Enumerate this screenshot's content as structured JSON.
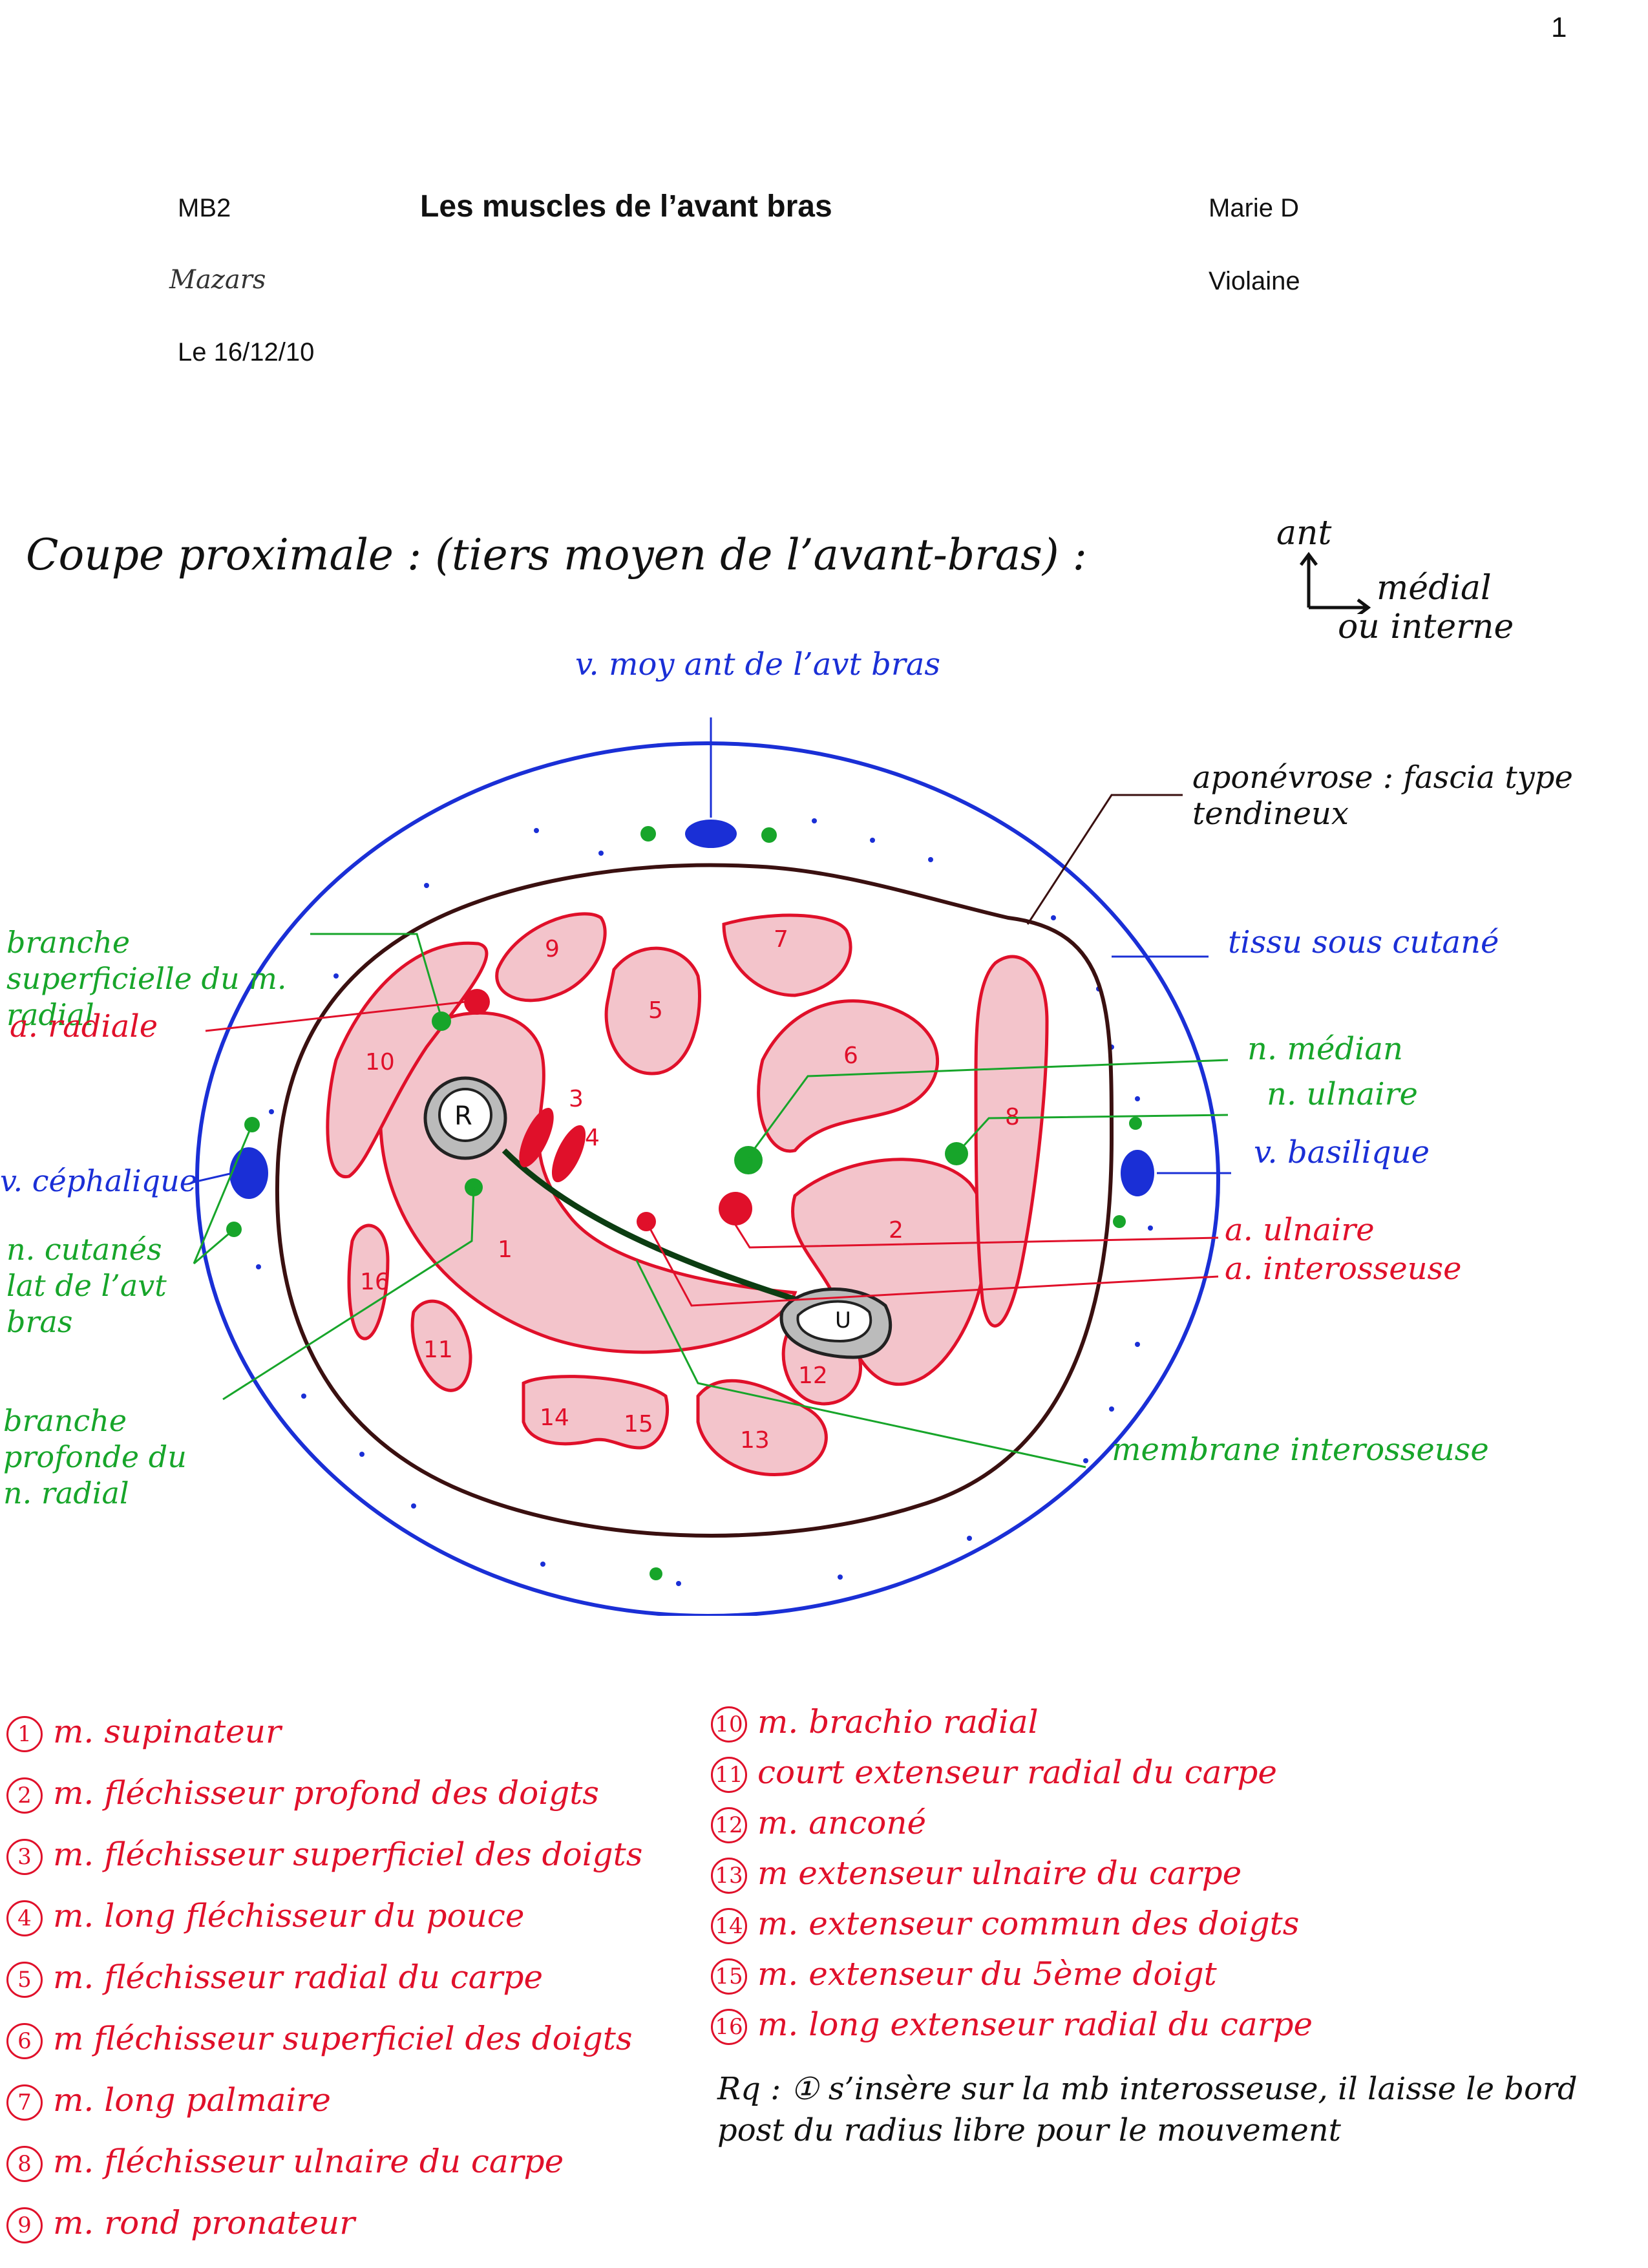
{
  "page_number": "1",
  "header": {
    "course": "MB2",
    "title": "Les muscles de l’avant bras",
    "author": "Marie D",
    "school": "Mazars",
    "reviewer": "Violaine",
    "date": "Le 16/12/10"
  },
  "section_title": "Coupe proximale : (tiers moyen de l’avant-bras) :",
  "orientation": {
    "ant": "ant",
    "medial": "médial",
    "interne": "ou interne"
  },
  "bone_labels": {
    "radius": "R",
    "ulna": "U"
  },
  "annotations": {
    "v_moy": "v. moy ant de l’avt bras",
    "aponevrose": "aponévrose : fascia type tendineux",
    "tissu": "tissu sous cutané",
    "branche_sup": "branche superficielle du m. radial",
    "a_radiale": "a. radiale",
    "m_median": "n. médian",
    "m_ulnaire": "n. ulnaire",
    "v_cephalique": "v. céphalique",
    "v_basilique": "v. basilique",
    "n_cutanes": "n. cutanés lat de l’avt bras",
    "a_ulnaire": "a. ulnaire",
    "a_interosseuse": "a. interosseuse",
    "branche_prof": "branche profonde du n. radial",
    "membrane": "membrane interosseuse"
  },
  "muscle_numbers": [
    "1",
    "2",
    "3",
    "4",
    "5",
    "6",
    "7",
    "8",
    "9",
    "10",
    "11",
    "12",
    "13",
    "14",
    "15",
    "16"
  ],
  "legend_left": [
    {
      "n": "1",
      "text": "m. supinateur"
    },
    {
      "n": "2",
      "text": "m. fléchisseur profond des doigts"
    },
    {
      "n": "3",
      "text": "m. fléchisseur superficiel des doigts"
    },
    {
      "n": "4",
      "text": "m. long fléchisseur du pouce"
    },
    {
      "n": "5",
      "text": "m. fléchisseur radial du carpe"
    },
    {
      "n": "6",
      "text": "m fléchisseur superficiel des doigts"
    },
    {
      "n": "7",
      "text": "m. long palmaire"
    },
    {
      "n": "8",
      "text": "m. fléchisseur ulnaire du carpe"
    },
    {
      "n": "9",
      "text": "m. rond pronateur"
    }
  ],
  "legend_right": [
    {
      "n": "10",
      "text": "m. brachio radial"
    },
    {
      "n": "11",
      "text": "court extenseur radial du carpe"
    },
    {
      "n": "12",
      "text": "m. anconé"
    },
    {
      "n": "13",
      "text": "m extenseur ulnaire du carpe"
    },
    {
      "n": "14",
      "text": "m. extenseur commun des doigts"
    },
    {
      "n": "15",
      "text": "m. extenseur du 5ème doigt"
    },
    {
      "n": "16",
      "text": "m. long extenseur radial du carpe"
    }
  ],
  "remark": "Rq : ① s’insère sur la mb interosseuse, il laisse le bord post du radius libre pour le mouvement",
  "colors": {
    "red": "#e0102a",
    "blue": "#1a2fd6",
    "green": "#17a52a",
    "brown": "#3a1010",
    "muscle_fill": "#f3c4cb"
  }
}
